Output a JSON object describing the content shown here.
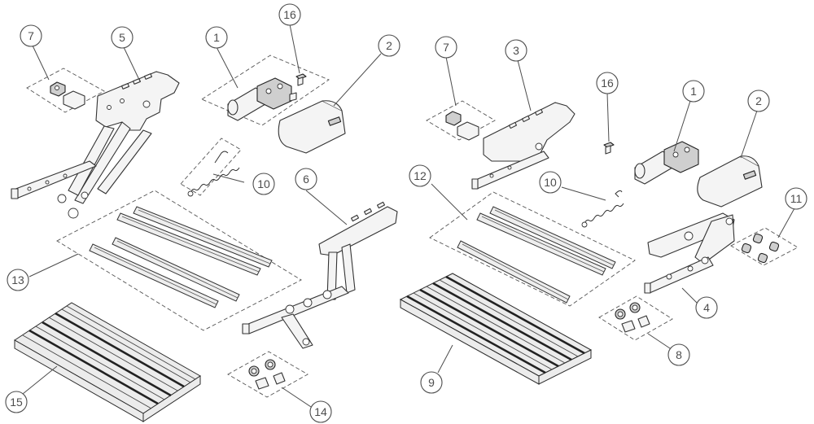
{
  "callouts": [
    {
      "id": "c1-left",
      "label": "1"
    },
    {
      "id": "c2-left",
      "label": "2"
    },
    {
      "id": "c5",
      "label": "5"
    },
    {
      "id": "c6",
      "label": "6"
    },
    {
      "id": "c7-left",
      "label": "7"
    },
    {
      "id": "c10-left",
      "label": "10"
    },
    {
      "id": "c13",
      "label": "13"
    },
    {
      "id": "c14",
      "label": "14"
    },
    {
      "id": "c15",
      "label": "15"
    },
    {
      "id": "c16-left",
      "label": "16"
    },
    {
      "id": "c1-right",
      "label": "1"
    },
    {
      "id": "c2-right",
      "label": "2"
    },
    {
      "id": "c3",
      "label": "3"
    },
    {
      "id": "c4",
      "label": "4"
    },
    {
      "id": "c7-right",
      "label": "7"
    },
    {
      "id": "c8",
      "label": "8"
    },
    {
      "id": "c9",
      "label": "9"
    },
    {
      "id": "c10-right",
      "label": "10"
    },
    {
      "id": "c11",
      "label": "11"
    },
    {
      "id": "c12",
      "label": "12"
    },
    {
      "id": "c16-right",
      "label": "16"
    }
  ]
}
